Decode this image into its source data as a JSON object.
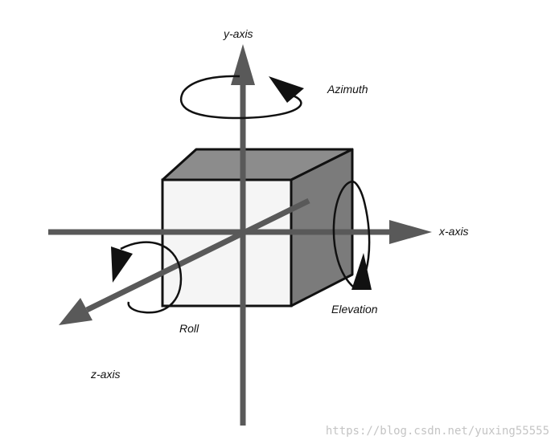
{
  "labels": {
    "y_axis": "y-axis",
    "x_axis": "x-axis",
    "z_axis": "z-axis",
    "azimuth": "Azimuth",
    "elevation": "Elevation",
    "roll": "Roll"
  },
  "watermark": "https://blog.csdn.net/yuxing55555",
  "colors": {
    "axis": "#595959",
    "cube_front": "#f5f5f5",
    "cube_top": "#8c8c8c",
    "cube_side": "#7b7b7b",
    "outline": "#111111"
  }
}
